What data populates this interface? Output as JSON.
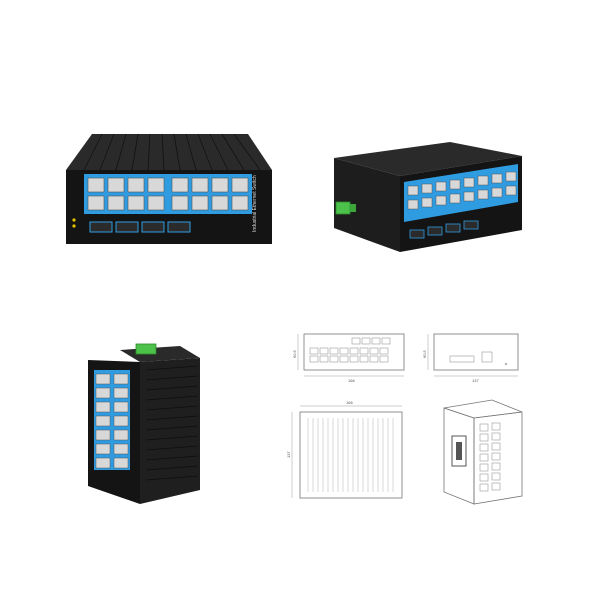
{
  "product": {
    "front_label": "Industrial Ethernet Switch",
    "port_count_rj45": 16,
    "port_count_sfp": 4,
    "colors": {
      "body": "#1b1b1b",
      "accent": "#2f9be0",
      "terminal": "#4cc24a",
      "port": "#d8d8d8"
    }
  },
  "drawings": {
    "front_width": "166",
    "front_height": "60.5",
    "side_width": "137",
    "side_height": "60.5",
    "top_width": "166",
    "top_depth": "137"
  }
}
